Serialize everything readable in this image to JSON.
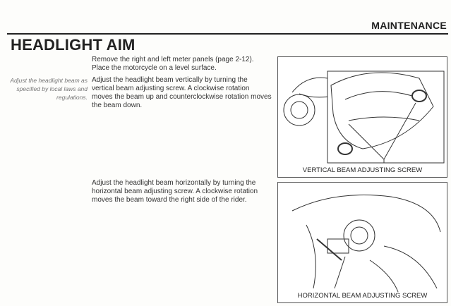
{
  "header": {
    "section": "MAINTENANCE",
    "title": "HEADLIGHT AIM"
  },
  "intro": [
    "Remove the right and left meter panels (page 2-12).",
    "Place the motorcycle on a level surface."
  ],
  "side_note": "Adjust the headlight beam as specified by local laws and regulations.",
  "vertical": "Adjust the headlight beam vertically by turning the vertical beam adjusting screw. A clockwise rotation moves the beam up and counterclockwise rotation moves the beam down.",
  "horizontal": "Adjust the headlight beam horizontally by turning the horizontal beam adjusting screw. A clockwise rotation moves the beam toward the right side of the rider.",
  "figures": {
    "vertical_caption": "VERTICAL BEAM ADJUSTING SCREW",
    "horizontal_caption": "HORIZONTAL BEAM ADJUSTING SCREW"
  }
}
